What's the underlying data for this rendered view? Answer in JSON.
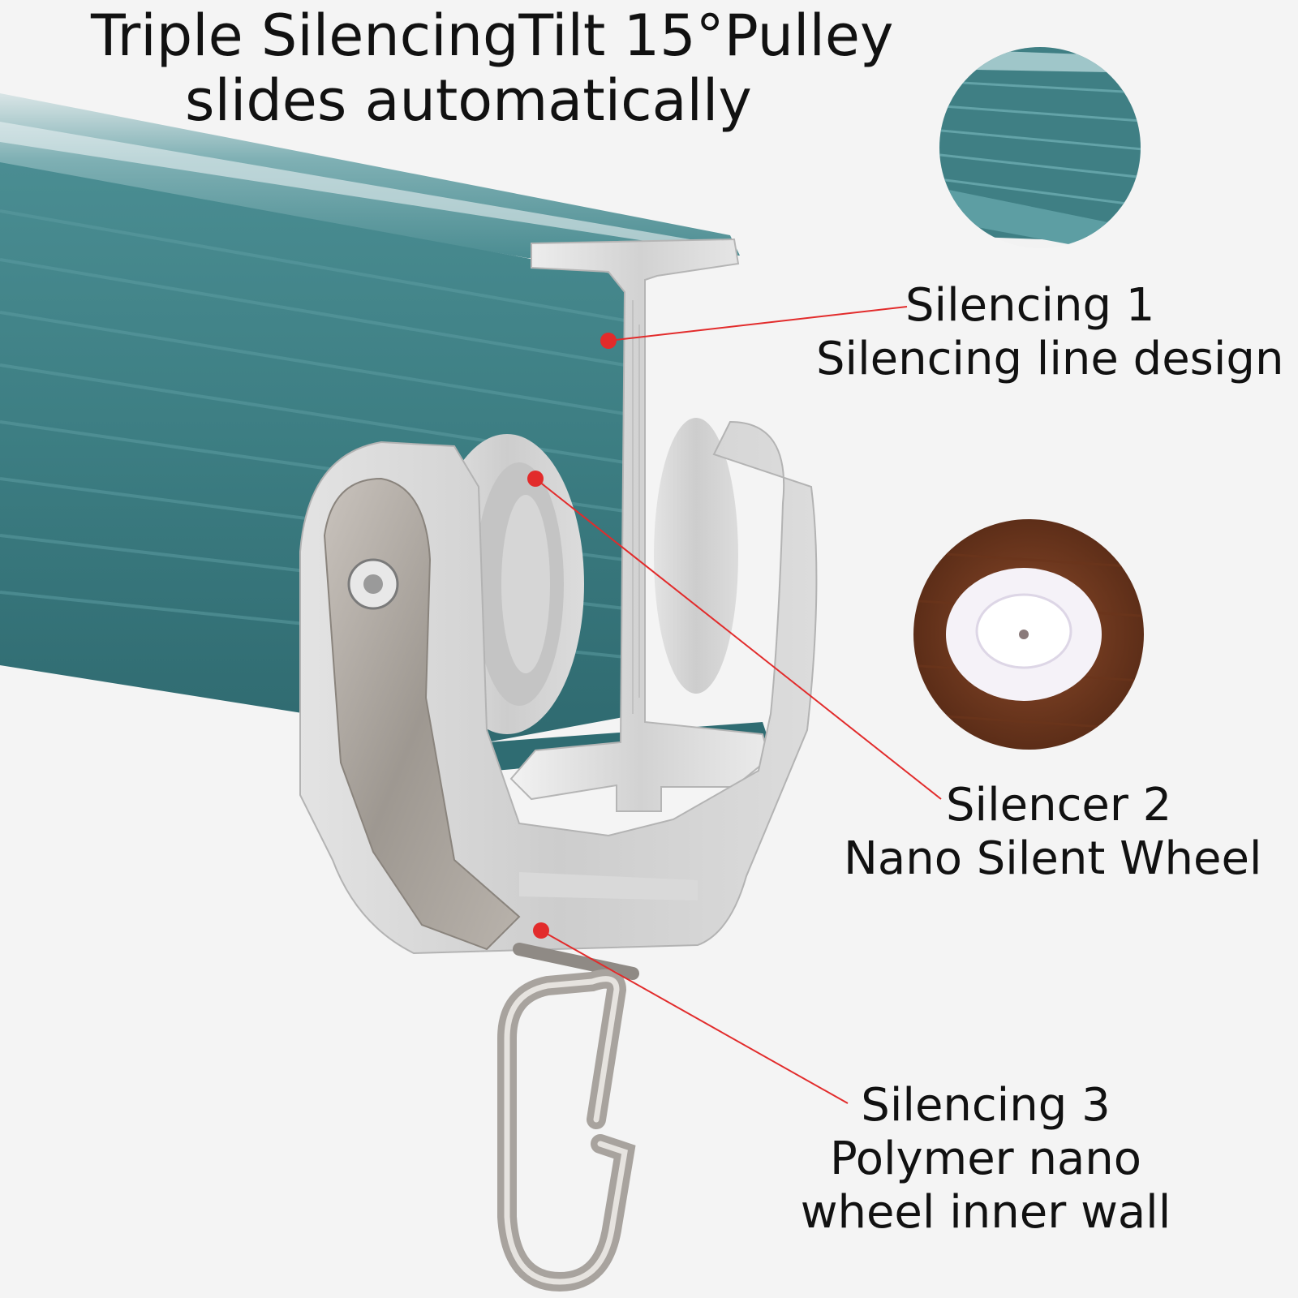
{
  "title": {
    "line1": "Triple SilencingTilt 15°Pulley",
    "line2": "slides automatically"
  },
  "callouts": [
    {
      "line1": "Silencing 1",
      "line2": "Silencing line design"
    },
    {
      "line1": "Silencer 2",
      "line2": "Nano Silent Wheel"
    },
    {
      "line1": "Silencing 3",
      "line2": "Polymer nano",
      "line3": "wheel inner wall"
    }
  ],
  "colors": {
    "background": "#f4f4f4",
    "rail": "#3d7f84",
    "aluminum": "#d4d4d4",
    "pulley_plastic": "#cfcfcf",
    "metal": "#a8a29c",
    "callout_line": "#e22b2b",
    "wood": "#7a3f22"
  }
}
